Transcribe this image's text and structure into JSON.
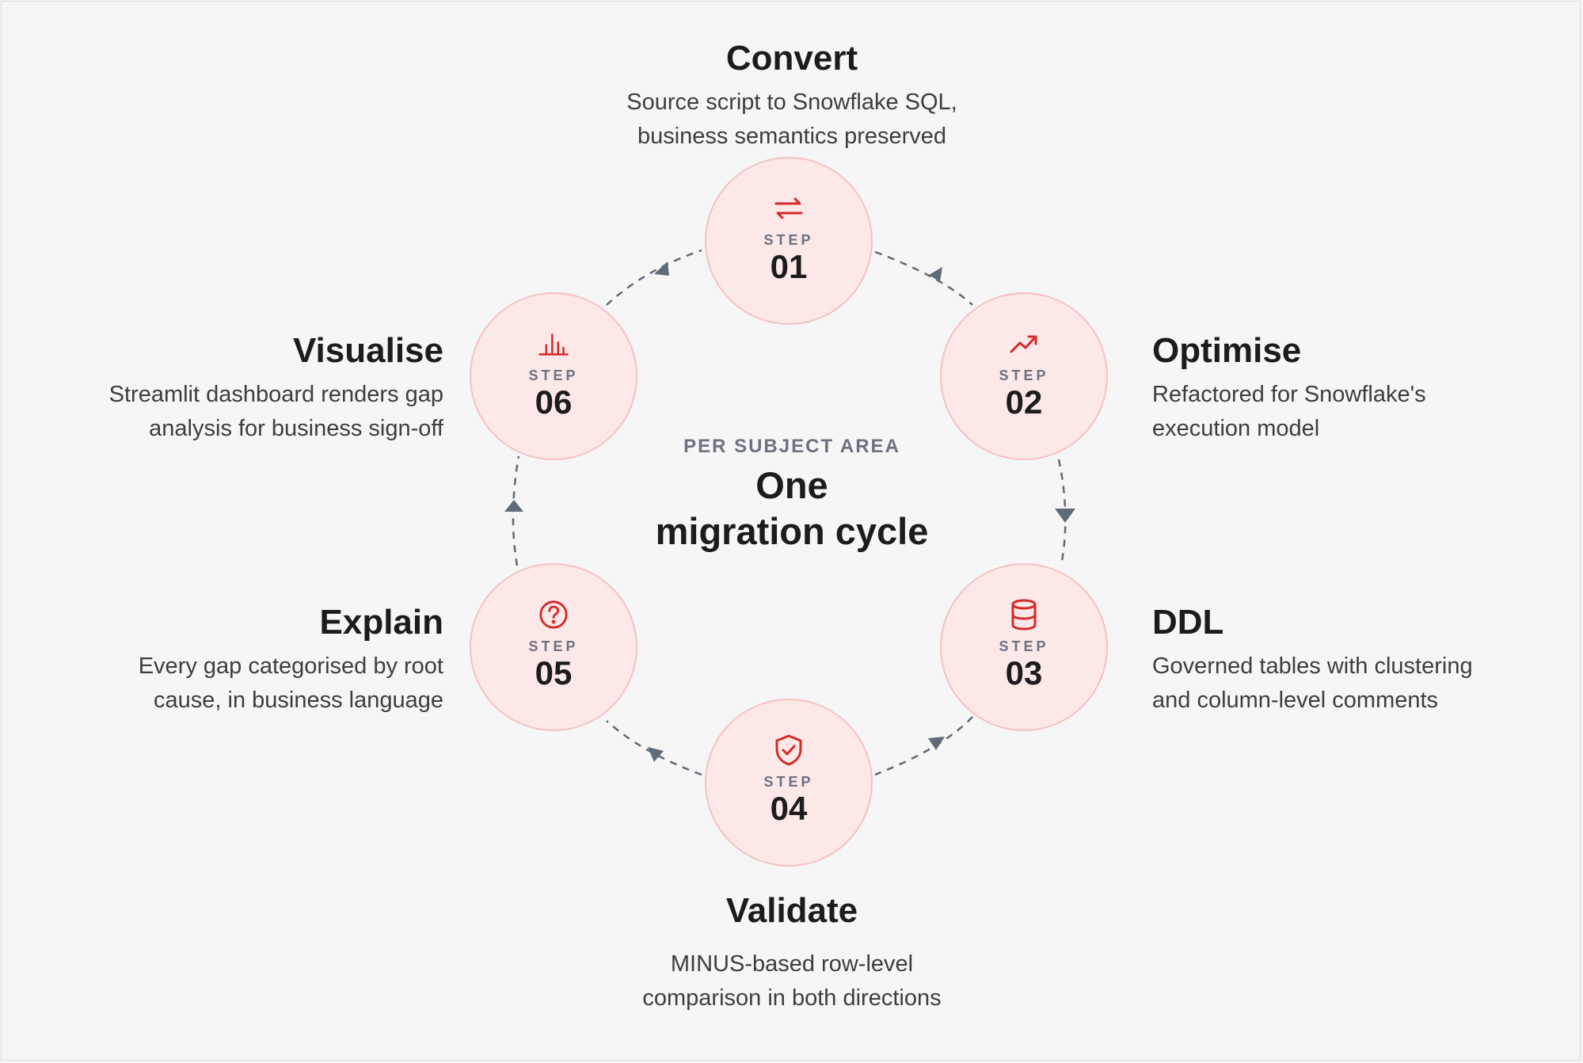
{
  "hub": {
    "eyebrow": "PER SUBJECT AREA",
    "title_line1": "One",
    "title_line2": "migration cycle"
  },
  "accent_color": "#d42a2a",
  "node_fill": "#fde8e8",
  "node_border": "#f3c2c2",
  "arrow_color": "#5f6b78",
  "steps": [
    {
      "label": "STEP",
      "number": "01",
      "icon": "swap-arrows-icon",
      "title": "Convert",
      "desc_line1": "Source script to Snowflake SQL,",
      "desc_line2": "business semantics preserved"
    },
    {
      "label": "STEP",
      "number": "02",
      "icon": "trending-up-icon",
      "title": "Optimise",
      "desc_line1": "Refactored for Snowflake's",
      "desc_line2": "execution model"
    },
    {
      "label": "STEP",
      "number": "03",
      "icon": "database-icon",
      "title": "DDL",
      "desc_line1": "Governed tables with clustering",
      "desc_line2": "and column-level comments"
    },
    {
      "label": "STEP",
      "number": "04",
      "icon": "shield-check-icon",
      "title": "Validate",
      "desc_line1": "MINUS-based row-level",
      "desc_line2": "comparison in both directions"
    },
    {
      "label": "STEP",
      "number": "05",
      "icon": "question-circle-icon",
      "title": "Explain",
      "desc_line1": "Every gap categorised by root",
      "desc_line2": "cause, in business language"
    },
    {
      "label": "STEP",
      "number": "06",
      "icon": "bar-chart-icon",
      "title": "Visualise",
      "desc_line1": "Streamlit dashboard renders gap",
      "desc_line2": "analysis for business sign-off"
    }
  ]
}
